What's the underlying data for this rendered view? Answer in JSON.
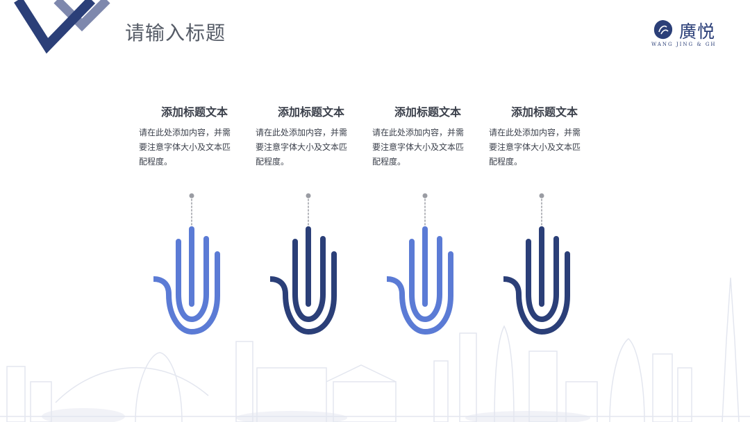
{
  "header": {
    "title": "请输入标题"
  },
  "logo": {
    "name": "廣悦",
    "subtitle": "WANG JING & GH"
  },
  "columns": [
    {
      "title": "添加标题文本",
      "body": "请在此处添加内容，并需要注意字体大小及文本匹配程度。",
      "icon": "hand-icon",
      "color": "#5b7bd5"
    },
    {
      "title": "添加标题文本",
      "body": "请在此处添加内容，并需要注意字体大小及文本匹配程度。",
      "icon": "hand-icon",
      "color": "#2b3f78"
    },
    {
      "title": "添加标题文本",
      "body": "请在此处添加内容，并需要注意字体大小及文本匹配程度。",
      "icon": "hand-icon",
      "color": "#5b7bd5"
    },
    {
      "title": "添加标题文本",
      "body": "请在此处添加内容，并需要注意字体大小及文本匹配程度。",
      "icon": "hand-icon",
      "color": "#2b3f78"
    }
  ],
  "colors": {
    "accent_light": "#5b7bd5",
    "accent_dark": "#2b3f78",
    "corner_light": "#7e88ad",
    "skyline": "#e3e6ef"
  }
}
